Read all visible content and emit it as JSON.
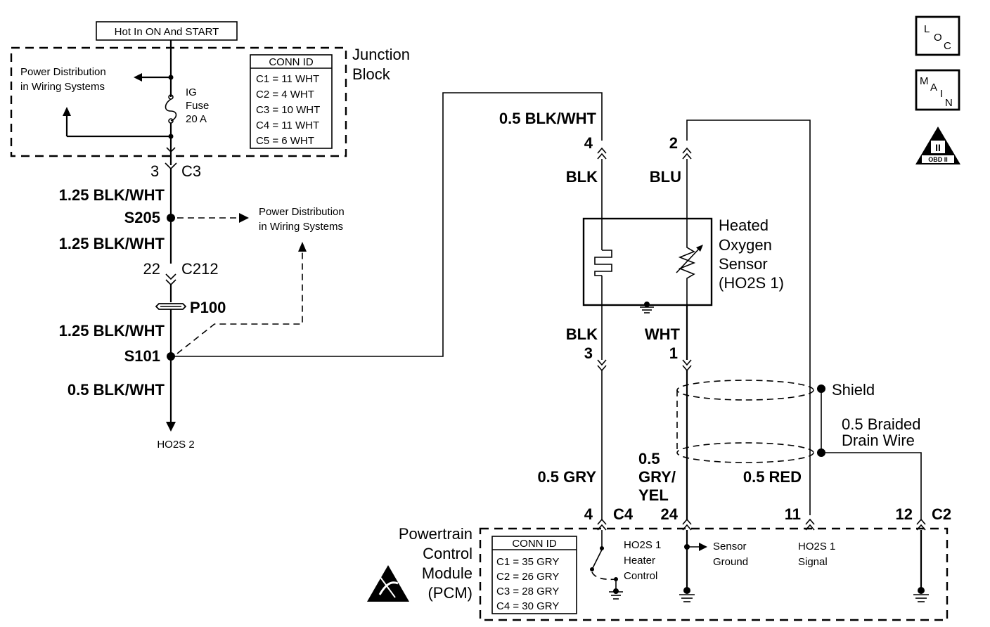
{
  "header_box": "Hot In ON And START",
  "junction_block": {
    "title_line1": "Junction",
    "title_line2": "Block",
    "power_dist_line1": "Power Distribution",
    "power_dist_line2": "in Wiring Systems",
    "fuse_line1": "IG",
    "fuse_line2": "Fuse",
    "fuse_line3": "20 A",
    "conn_id_title": "CONN ID",
    "conn_ids": [
      "C1 = 11 WHT",
      "C2 = 4 WHT",
      "C3 = 10 WHT",
      "C4 = 11 WHT",
      "C5 = 6 WHT"
    ]
  },
  "left_circuit": {
    "c3_pin": "3",
    "c3_name": "C3",
    "wire1": "1.25 BLK/WHT",
    "s205": "S205",
    "power_dist_line1": "Power Distribution",
    "power_dist_line2": "in Wiring Systems",
    "wire2": "1.25 BLK/WHT",
    "c212_pin": "22",
    "c212_name": "C212",
    "p100": "P100",
    "wire3": "1.25 BLK/WHT",
    "s101": "S101",
    "wire4": "0.5 BLK/WHT",
    "ho2s2": "HO2S 2"
  },
  "sensor": {
    "top_wire": "0.5 BLK/WHT",
    "pin4": "4",
    "blk_top": "BLK",
    "pin2": "2",
    "blu": "BLU",
    "name_line1": "Heated",
    "name_line2": "Oxygen",
    "name_line3": "Sensor",
    "name_line4": "(HO2S 1)",
    "blk_bottom": "BLK",
    "pin3": "3",
    "wht": "WHT",
    "pin1": "1",
    "shield": "Shield",
    "drain_line1": "0.5 Braided",
    "drain_line2": "Drain Wire",
    "wire_gry": "0.5 GRY",
    "wire_gryyel_line1": "0.5",
    "wire_gryyel_line2": "GRY/",
    "wire_gryyel_line3": "YEL",
    "wire_red": "0.5 RED"
  },
  "pcm": {
    "title_line1": "Powertrain",
    "title_line2": "Control",
    "title_line3": "Module",
    "title_line4": "(PCM)",
    "pin4": "4",
    "c4": "C4",
    "pin24": "24",
    "pin11": "11",
    "pin12": "12",
    "c2": "C2",
    "conn_id_title": "CONN ID",
    "conn_ids": [
      "C1 = 35 GRY",
      "C2 = 26 GRY",
      "C3 = 28 GRY",
      "C4 = 30 GRY"
    ],
    "heater_line1": "HO2S 1",
    "heater_line2": "Heater",
    "heater_line3": "Control",
    "ground_line1": "Sensor",
    "ground_line2": "Ground",
    "signal_line1": "HO2S 1",
    "signal_line2": "Signal"
  },
  "side_icons": {
    "loc": [
      "L",
      "O",
      "C"
    ],
    "main": [
      "M",
      "A",
      "I",
      "N"
    ],
    "obd_roman": "II",
    "obd_text": "OBD II"
  }
}
